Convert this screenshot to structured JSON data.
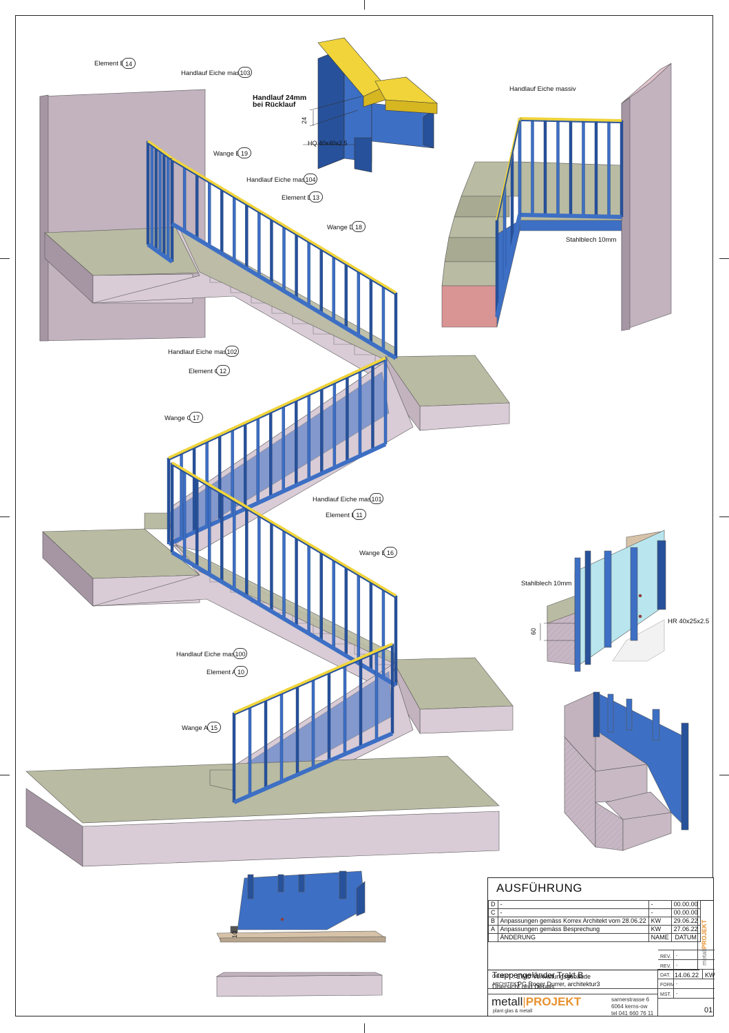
{
  "colors": {
    "wall": "#c2b3bf",
    "wall_dark": "#a696a4",
    "tread": "#b9bba2",
    "slab": "#d9ccd6",
    "steel": "#3d6fc4",
    "steel_dark": "#27519a",
    "handrail": "#f0d43a",
    "cyan": "#b9e6ee",
    "brick": "#d99494",
    "sand": "#d6c2a8"
  },
  "callouts": {
    "element_e": "Element E",
    "element_e_no": "14",
    "handlauf_103": "Handlauf Eiche massiv",
    "handlauf_103_no": "103",
    "wange_e": "Wange E",
    "wange_e_no": "19",
    "handlauf_104": "Handlauf Eiche massiv",
    "handlauf_104_no": "104",
    "element_d": "Element D",
    "element_d_no": "13",
    "wange_d": "Wange D",
    "wange_d_no": "18",
    "handlauf_102": "Handlauf Eiche massiv",
    "handlauf_102_no": "102",
    "element_c": "Element C",
    "element_c_no": "12",
    "wange_c": "Wange C",
    "wange_c_no": "17",
    "handlauf_101": "Handlauf Eiche massiv",
    "handlauf_101_no": "101",
    "element_b": "Element B",
    "element_b_no": "11",
    "wange_b": "Wange B",
    "wange_b_no": "16",
    "handlauf_100": "Handlauf Eiche massiv",
    "handlauf_100_no": "100",
    "element_a": "Element A",
    "element_a_no": "10",
    "wange_a": "Wange A",
    "wange_a_no": "15"
  },
  "details": {
    "handlauf_24_line1": "Handlauf 24mm",
    "handlauf_24_line2": "bei Rücklauf",
    "dim_24": "24",
    "hq": "HQ 40x40x2.5",
    "top_right_handlauf": "Handlauf Eiche massiv",
    "stahlblech_top": "Stahlblech 10mm",
    "stahlblech_mid": "Stahlblech 10mm",
    "hr": "HR 40x25x2.5",
    "dim_60": "60",
    "dim_10": "10"
  },
  "title_block": {
    "status": "AUSFÜHRUNG",
    "revisions": [
      {
        "rev": "D",
        "text": "-",
        "by": "-",
        "date": "00.00.00"
      },
      {
        "rev": "C",
        "text": "-",
        "by": "-",
        "date": "00.00.00"
      },
      {
        "rev": "B",
        "text": "Anpassungen gemäss Korrex Architekt vom 28.06.22",
        "by": "KW",
        "date": "29.06.22"
      },
      {
        "rev": "A",
        "text": "Anpassungen gemäss Besprechung",
        "by": "KW",
        "date": "27.06.22"
      }
    ],
    "rev_header": {
      "change": "ÄNDERUNG",
      "name": "NAME",
      "date": "DATUM"
    },
    "side_brand_a": "metall",
    "side_brand_b": "PROJEKT",
    "objekt_label": "OBJEKT",
    "objekt_value": ": EWO Verwaltungsgebäude",
    "architekt_label": "ARCHITEKT",
    "architekt_value": ": PG Roger Durrer, architektur3",
    "drawing_title": "Treppengeländer Trakt B",
    "drawing_subtitle": "Übersicht und Details",
    "rev_label": "REV.",
    "rev_value": "-",
    "rev2_label": "REV.",
    "rev2_value": "-",
    "dat_label": "DAT.",
    "dat_value": "14.06.22",
    "dat_by": "KW",
    "form_label": "FORM",
    "form_value": "-",
    "mst_label": "MST.",
    "mst_value": "-",
    "logo_a": "metall",
    "logo_b": "PROJEKT",
    "logo_sub": "plant glas & metall",
    "address_1": "sarnerstrasse 6",
    "address_2": "6064 kerns-ow",
    "address_3": "tel 041 660 76 11",
    "sheet": "01"
  }
}
